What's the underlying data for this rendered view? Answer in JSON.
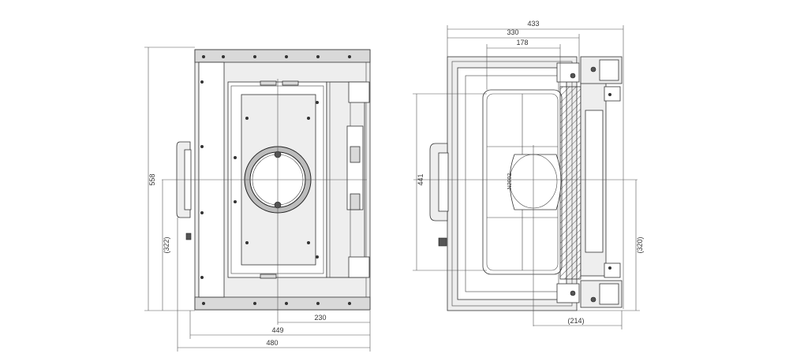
{
  "front_view": {
    "dims": {
      "height_total": "558",
      "height_center": "(322)",
      "width_offset": "230",
      "width_body": "449",
      "width_total": "480"
    }
  },
  "side_view": {
    "dims": {
      "width_total": "433",
      "width_inner": "330",
      "width_glass": "178",
      "height_glass": "441",
      "height_center": "(320)",
      "depth_offset": "(214)"
    },
    "label": "N2002"
  }
}
